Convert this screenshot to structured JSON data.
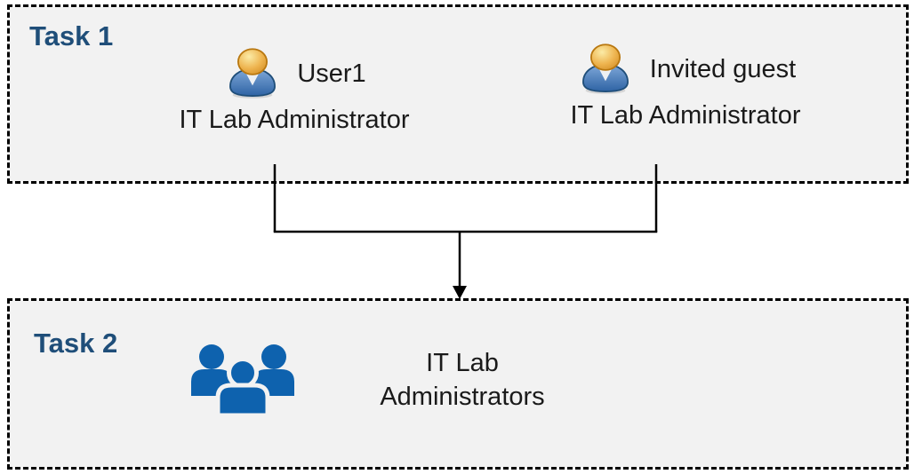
{
  "task1": {
    "label": "Task 1",
    "users": [
      {
        "name": "User1",
        "role": "IT Lab Administrator"
      },
      {
        "name": "Invited guest",
        "role": "IT Lab Administrator"
      }
    ]
  },
  "task2": {
    "label": "Task 2",
    "group_name_line1": "IT Lab",
    "group_name_line2": "Administrators"
  },
  "icons": {
    "person": "person-icon",
    "group": "people-group-icon",
    "arrow": "merge-arrow"
  },
  "colors": {
    "box_background": "#f2f2f2",
    "box_border": "#000000",
    "task_label": "#1f4e79",
    "body_text": "#1a1a1a",
    "group_icon_blue": "#0e62ae",
    "person_head_gold": "#e9a93d",
    "person_body_blue": "#3c74b0",
    "connector": "#000000"
  }
}
